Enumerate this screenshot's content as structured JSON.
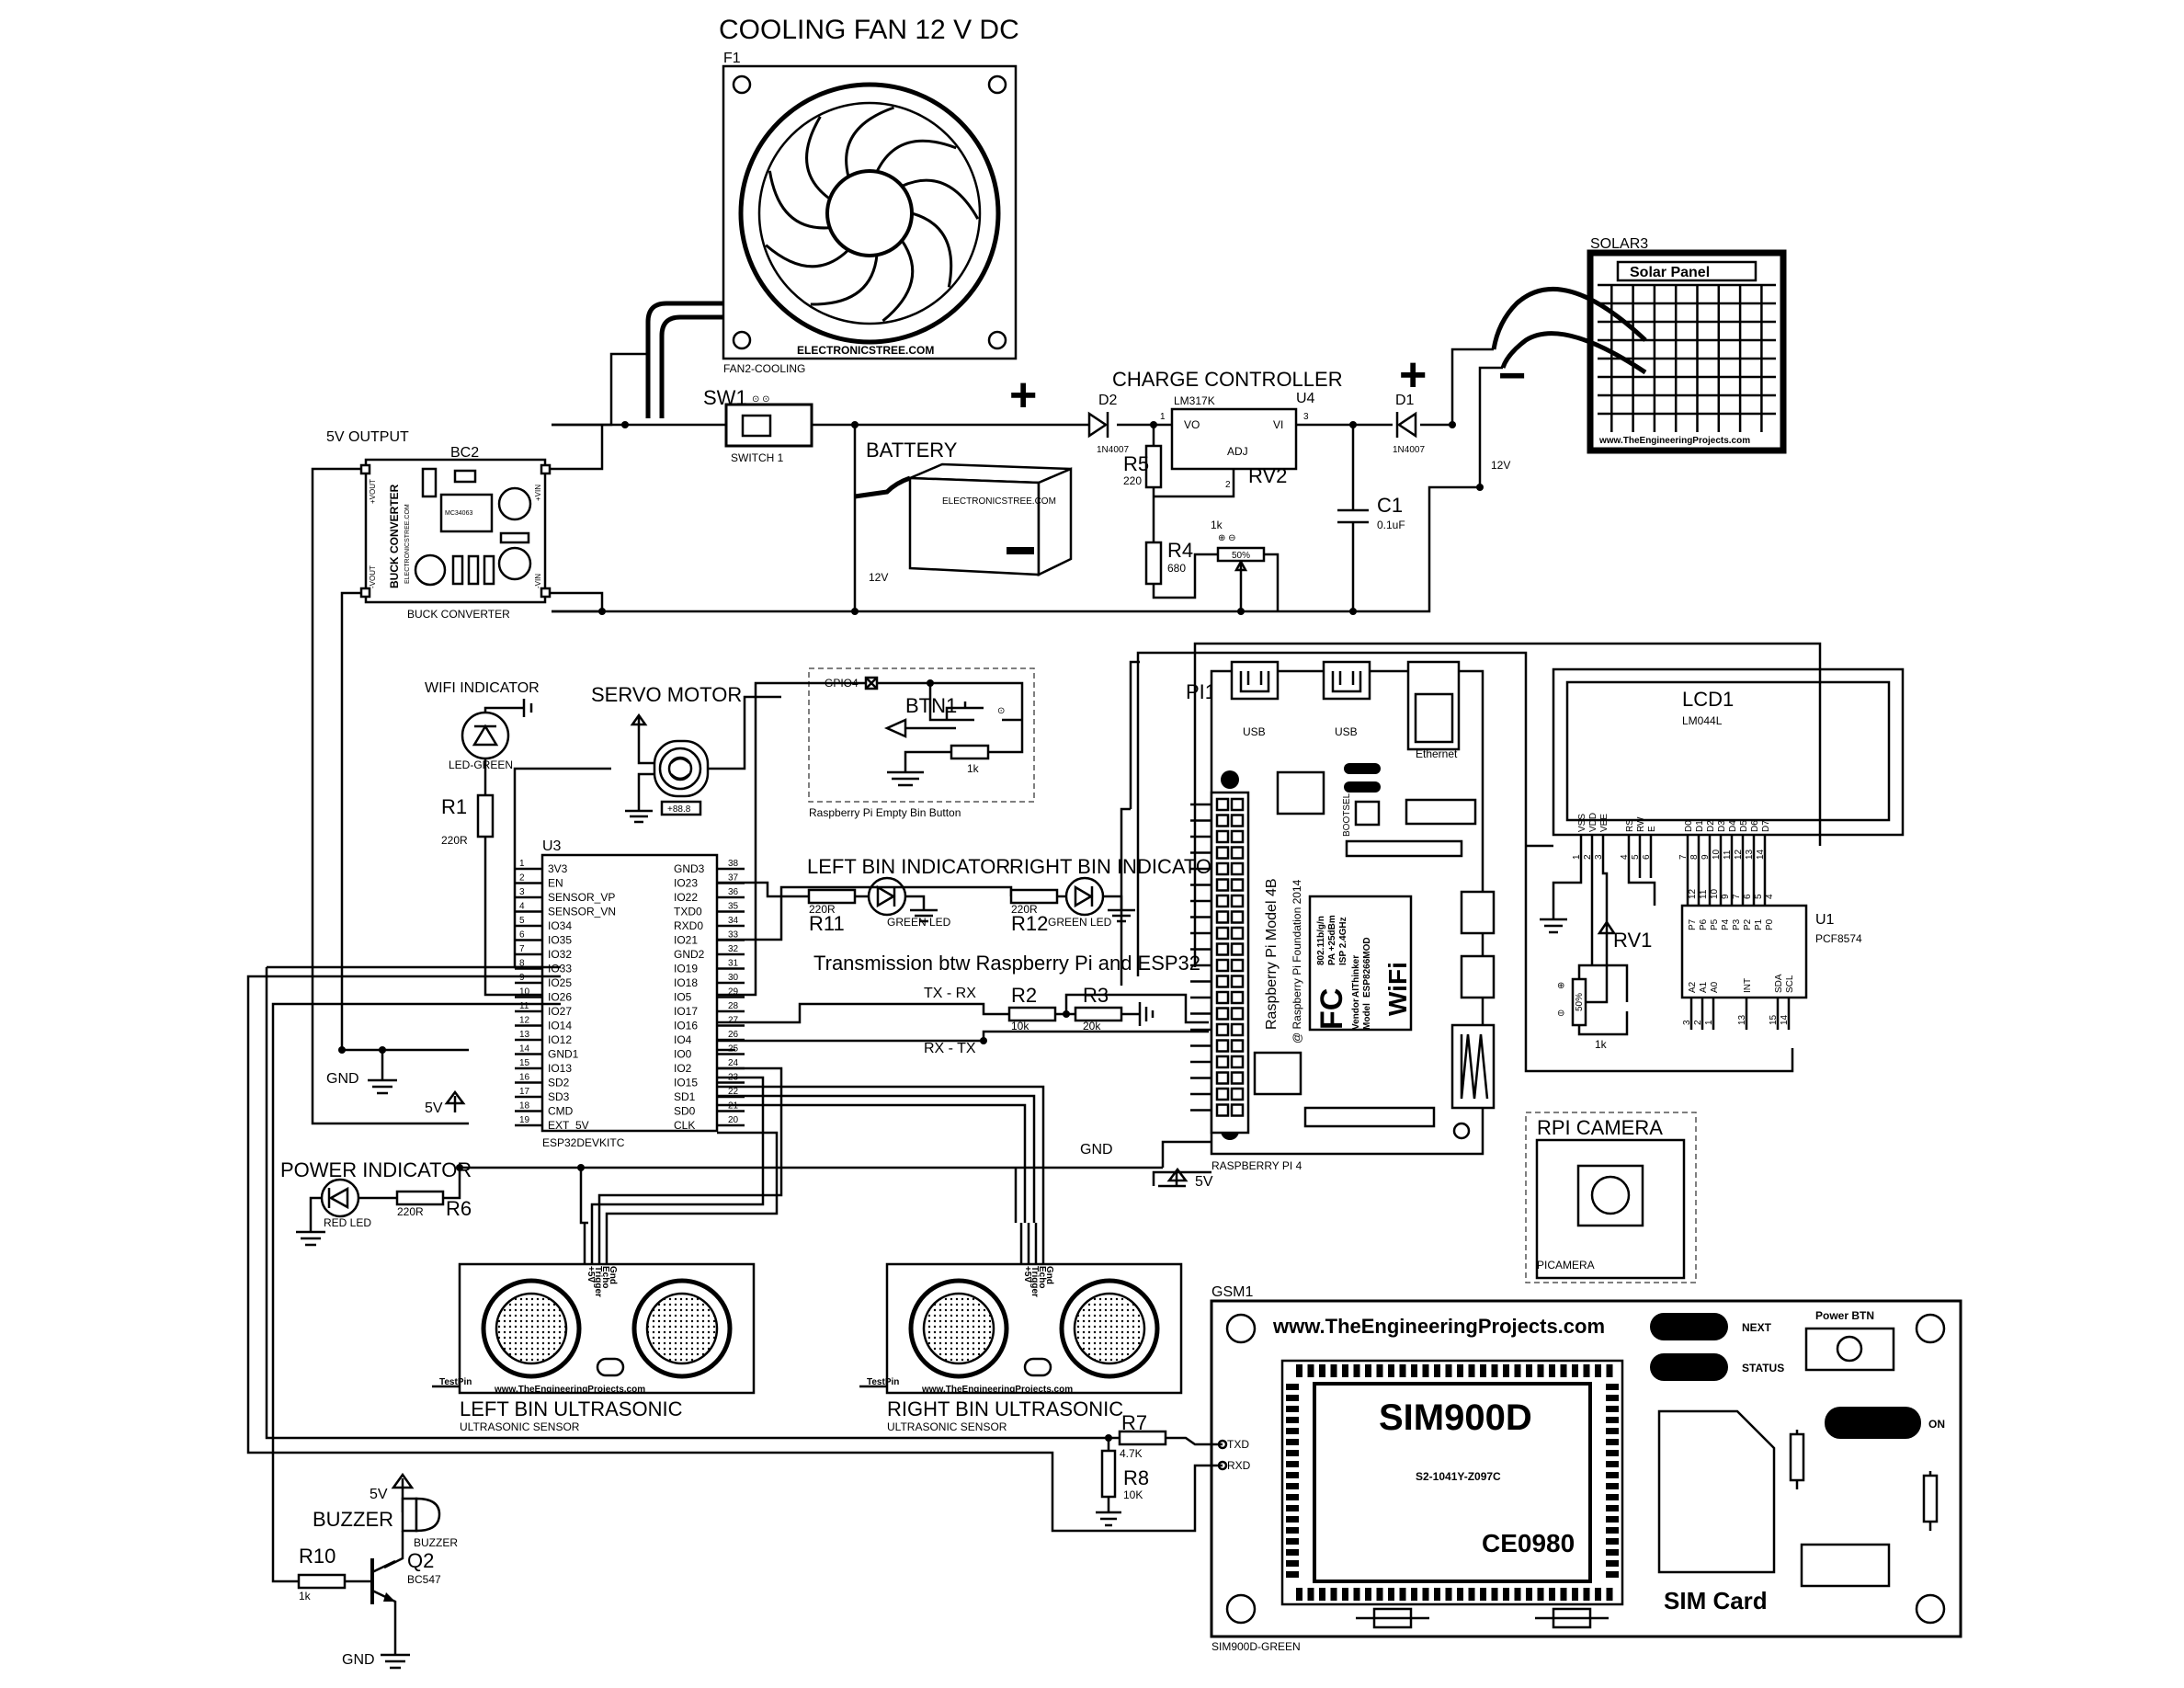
{
  "fan": {
    "title": "COOLING FAN 12 V DC",
    "ref": "F1",
    "brand": "ELECTRONICSTREE.COM",
    "part": "FAN2-COOLING"
  },
  "solar": {
    "ref": "SOLAR3",
    "label": "Solar Panel",
    "url": "www.TheEngineeringProjects.com",
    "voltage": "12V"
  },
  "charge": {
    "title": "CHARGE CONTROLLER",
    "reg": "LM317K",
    "ref": "U4",
    "vo": "VO",
    "vi": "VI",
    "adj": "ADJ",
    "p1": "1",
    "p2": "2",
    "p3": "3"
  },
  "rv2": {
    "ref": "RV2",
    "val": "1k",
    "pct": "50%"
  },
  "d2": {
    "ref": "D2",
    "part": "1N4007"
  },
  "d1": {
    "ref": "D1",
    "part": "1N4007"
  },
  "r5": {
    "ref": "R5",
    "val": "220"
  },
  "r4": {
    "ref": "R4",
    "val": "680"
  },
  "c1": {
    "ref": "C1",
    "val": "0.1uF"
  },
  "polarity": {
    "plus": "+",
    "minus": "−"
  },
  "sw1": {
    "ref": "SW1",
    "part": "SWITCH 1"
  },
  "battery": {
    "title": "BATTERY",
    "brand": "ELECTRONICSTREE.COM",
    "voltage": "12V"
  },
  "buck": {
    "ref": "BC2",
    "title": "5V OUTPUT",
    "part": "BUCK CONVERTER",
    "brand": "ELECTRONICSTREE.COM",
    "chip": "MC34063",
    "vout_p": "+VOUT",
    "vout_n": "-VOUT",
    "vin_p": "+VIN",
    "vin_n": "-VIN"
  },
  "wifi_ind": {
    "title": "WIFI INDICATOR",
    "part": "LED-GREEN"
  },
  "r1": {
    "ref": "R1",
    "val": "220R"
  },
  "servo": {
    "title": "SERVO MOTOR",
    "reading": "+88.8"
  },
  "btn": {
    "ref": "BTN1",
    "gpio": "GPIO4",
    "res": "1k",
    "caption": "Raspberry Pi Empty Bin Button"
  },
  "esp": {
    "ref": "U3",
    "part": "ESP32DEVKITC",
    "left": [
      [
        "1",
        "3V3"
      ],
      [
        "2",
        "EN"
      ],
      [
        "3",
        "SENSOR_VP"
      ],
      [
        "4",
        "SENSOR_VN"
      ],
      [
        "5",
        "IO34"
      ],
      [
        "6",
        "IO35"
      ],
      [
        "7",
        "IO32"
      ],
      [
        "8",
        "IO33"
      ],
      [
        "9",
        "IO25"
      ],
      [
        "10",
        "IO26"
      ],
      [
        "11",
        "IO27"
      ],
      [
        "12",
        "IO14"
      ],
      [
        "13",
        "IO12"
      ],
      [
        "14",
        "GND1"
      ],
      [
        "15",
        "IO13"
      ],
      [
        "16",
        "SD2"
      ],
      [
        "17",
        "SD3"
      ],
      [
        "18",
        "CMD"
      ],
      [
        "19",
        "EXT_5V"
      ]
    ],
    "right": [
      [
        "38",
        "GND3"
      ],
      [
        "37",
        "IO23"
      ],
      [
        "36",
        "IO22"
      ],
      [
        "35",
        "TXD0"
      ],
      [
        "34",
        "RXD0"
      ],
      [
        "33",
        "IO21"
      ],
      [
        "32",
        "GND2"
      ],
      [
        "31",
        "IO19"
      ],
      [
        "30",
        "IO18"
      ],
      [
        "29",
        "IO5"
      ],
      [
        "28",
        "IO17"
      ],
      [
        "27",
        "IO16"
      ],
      [
        "26",
        "IO4"
      ],
      [
        "25",
        "IO0"
      ],
      [
        "24",
        "IO2"
      ],
      [
        "23",
        "IO15"
      ],
      [
        "22",
        "SD1"
      ],
      [
        "21",
        "SD0"
      ],
      [
        "20",
        "CLK"
      ]
    ]
  },
  "left_bin_ind": {
    "title": "LEFT BIN INDICATOR",
    "res": "220R",
    "ref": "R11",
    "led": "GREEN LED"
  },
  "right_bin_ind": {
    "title": "RIGHT BIN INDICATOR",
    "res": "220R",
    "ref": "R12",
    "led": "GREEN LED"
  },
  "transmission": {
    "title": "Transmission btw Raspberry Pi and ESP32",
    "tx": "TX - RX",
    "rx": "RX - TX",
    "r2": "R2",
    "r2v": "10k",
    "r3": "R3",
    "r3v": "20k"
  },
  "power_ind": {
    "title": "POWER INDICATOR",
    "led": "RED LED",
    "res": "220R",
    "ref": "R6"
  },
  "labels": {
    "gnd": "GND",
    "v5": "5V"
  },
  "pi": {
    "ref": "PI1",
    "model": "Raspberry Pi Model 4B",
    "foundation": "@ Raspberry Pi Foundation 2014",
    "part": "RASPBERRY PI 4",
    "usb": "USB",
    "ethernet": "Ethernet",
    "bootsel": "BOOTSEL",
    "wifi_fc": "FC",
    "wifi_txt": "WiFi",
    "wifi_spec": "802.11b/g/n",
    "wifi_pa": "PA +25dBm",
    "wifi_isp": "ISP 2.4GHz",
    "wifi_vendor": "Vendor",
    "wifi_ai": "AIThinker",
    "wifi_model": "Model",
    "wifi_esp": "ESP8266MOD"
  },
  "lcd": {
    "ref": "LCD1",
    "part": "LM044L",
    "pins": [
      "VSS",
      "VDD",
      "VEE",
      "RS",
      "RW",
      "E",
      "D0",
      "D1",
      "D2",
      "D3",
      "D4",
      "D5",
      "D6",
      "D7"
    ],
    "nums": [
      "1",
      "2",
      "3",
      "4",
      "5",
      "6",
      "7",
      "8",
      "9",
      "10",
      "11",
      "12",
      "13",
      "14"
    ]
  },
  "pcf": {
    "ref": "U1",
    "part": "PCF8574",
    "top": [
      "P7",
      "P6",
      "P5",
      "P4",
      "P3",
      "P2",
      "P1",
      "P0"
    ],
    "topn": [
      "12",
      "11",
      "10",
      "9",
      "7",
      "6",
      "5",
      "4"
    ],
    "bot": [
      "A2",
      "A1",
      "A0",
      "INT",
      "SDA",
      "SCL"
    ],
    "botn": [
      "3",
      "2",
      "1",
      "13",
      "15",
      "14"
    ]
  },
  "rv1": {
    "ref": "RV1",
    "val": "1k",
    "pct": "50%"
  },
  "camera": {
    "title": "RPI CAMERA",
    "part": "PICAMERA"
  },
  "us_left": {
    "title": "LEFT BIN ULTRASONIC",
    "part": "ULTRASONIC SENSOR",
    "url": "www.TheEngineeringProjects.com",
    "test": "TestPin",
    "pins": [
      "Gnd",
      "Echo",
      "Trigger",
      "+5V"
    ]
  },
  "us_right": {
    "title": "RIGHT BIN ULTRASONIC",
    "part": "ULTRASONIC SENSOR",
    "url": "www.TheEngineeringProjects.com",
    "test": "TestPin",
    "pins": [
      "Gnd",
      "Echo",
      "Trigger",
      "+5V"
    ]
  },
  "gsm": {
    "ref": "GSM1",
    "url": "www.TheEngineeringProjects.com",
    "next": "NEXT",
    "status": "STATUS",
    "on": "ON",
    "power": "Power BTN",
    "chip": "SIM900D",
    "serial": "S2-1041Y-Z097C",
    "ce": "CE0980",
    "sim": "SIM Card",
    "part": "SIM900D-GREEN",
    "txd": "TXD",
    "rxd": "RXD"
  },
  "r7": {
    "ref": "R7",
    "val": "4.7K"
  },
  "r8": {
    "ref": "R8",
    "val": "10K"
  },
  "buzzer": {
    "title": "BUZZER",
    "part": "BUZZER",
    "v": "5V"
  },
  "q2": {
    "ref": "Q2",
    "part": "BC547"
  },
  "r10": {
    "ref": "R10",
    "val": "1k"
  }
}
